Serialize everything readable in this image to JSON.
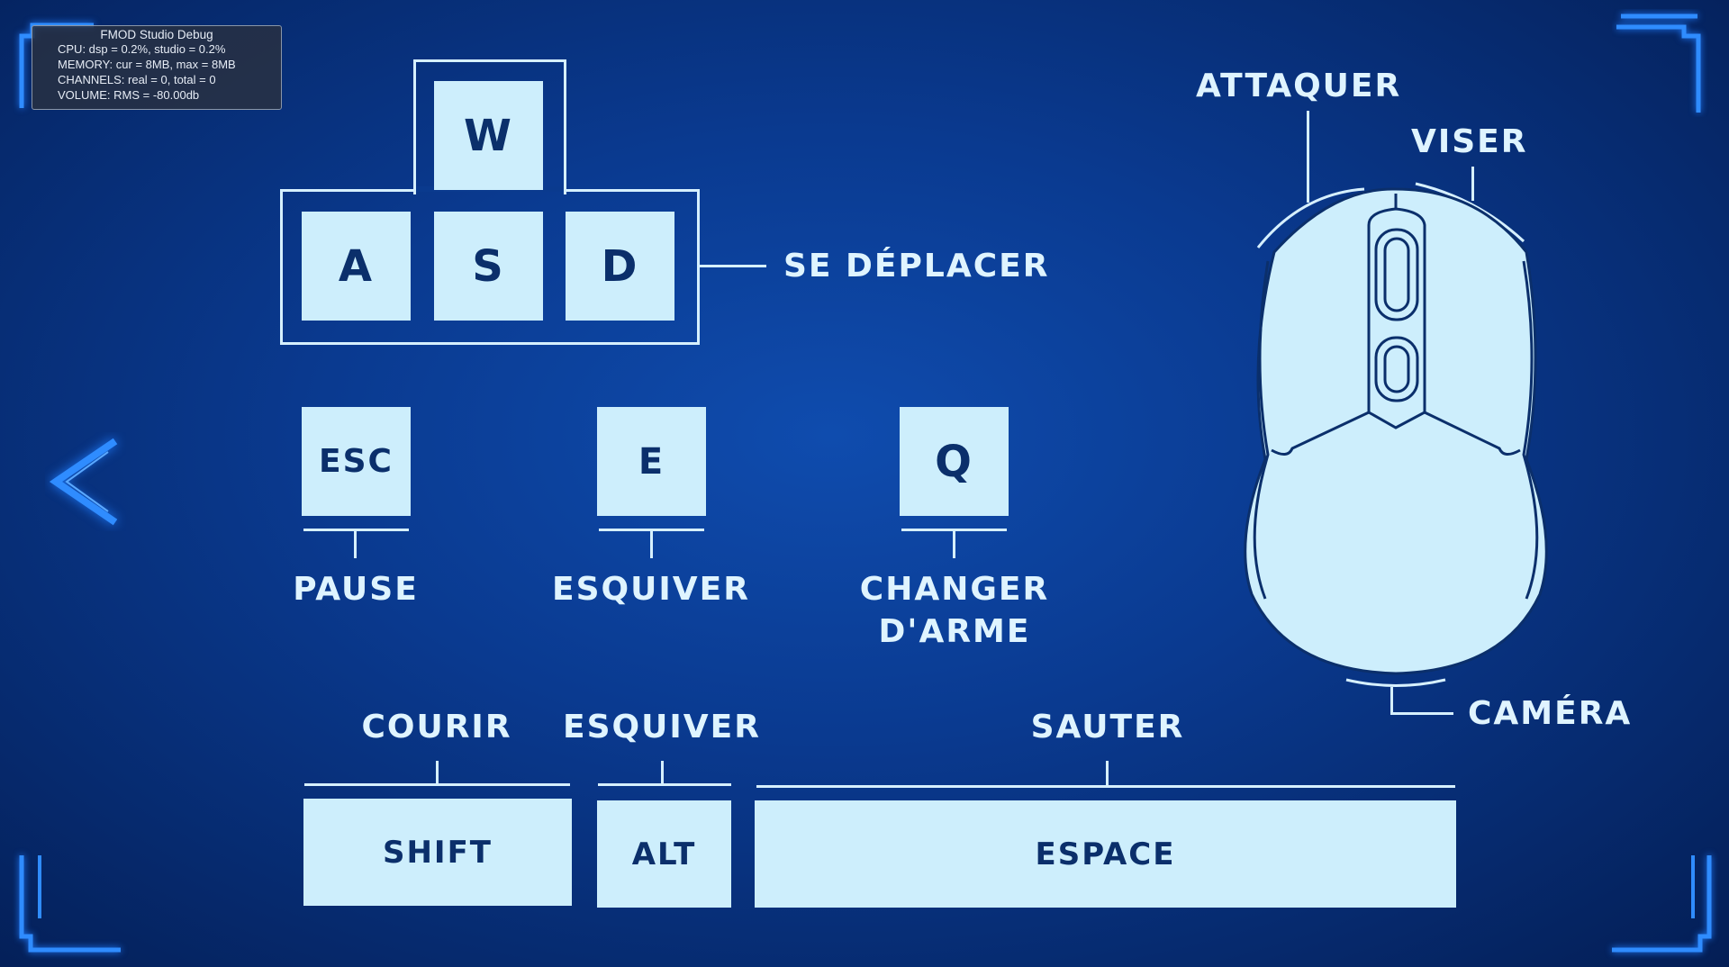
{
  "debug": {
    "title": "FMOD Studio Debug",
    "lines": [
      "CPU: dsp = 0.2%, studio = 0.2%",
      "MEMORY: cur = 8MB, max = 8MB",
      "CHANNELS: real = 0, total = 0",
      "VOLUME: RMS = -80.00db"
    ]
  },
  "keys": {
    "w": "W",
    "a": "A",
    "s": "S",
    "d": "D",
    "esc": "ESC",
    "e": "E",
    "q": "Q",
    "shift": "SHIFT",
    "alt": "ALT",
    "space": "ESPACE"
  },
  "labels": {
    "move": "SE DÉPLACER",
    "pause": "PAUSE",
    "dodge": "ESQUIVER",
    "switch_weapon_1": "CHANGER",
    "switch_weapon_2": "D'ARME",
    "run": "COURIR",
    "dodge_alt": "ESQUIVER",
    "jump": "SAUTER",
    "attack": "ATTAQUER",
    "aim": "VISER",
    "camera": "CAMÉRA"
  },
  "colors": {
    "background": "#0a3a90",
    "key_fill": "#cdeefc",
    "key_text": "#0b2f6b",
    "accent_glow": "#1e7cff"
  }
}
